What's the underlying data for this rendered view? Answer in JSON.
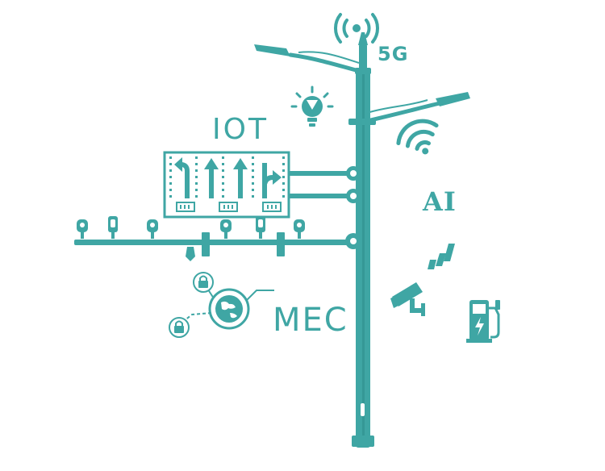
{
  "labels": {
    "fiveg": "5G",
    "iot": "IOT",
    "ai": "AI",
    "mec": "MEC"
  },
  "colors": {
    "teal": "#3fa6a4",
    "teal_dark": "#2f8f8e",
    "background": "#ffffff"
  },
  "icons": [
    "wireless-broadcast-icon",
    "street-lamp-icon",
    "light-bulb-icon",
    "wifi-icon",
    "traffic-sign-icon",
    "traffic-light-icon",
    "signal-bars-icon",
    "cctv-camera-icon",
    "ev-charger-icon",
    "globe-network-icon",
    "lock-icon"
  ]
}
